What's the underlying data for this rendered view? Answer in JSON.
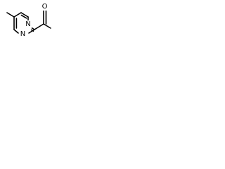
{
  "structure": {
    "atoms": {
      "n1": "N",
      "n3": "N",
      "o": "O"
    },
    "colors": {
      "bond": "#000000",
      "label": "#000000",
      "background": "#ffffff"
    }
  }
}
